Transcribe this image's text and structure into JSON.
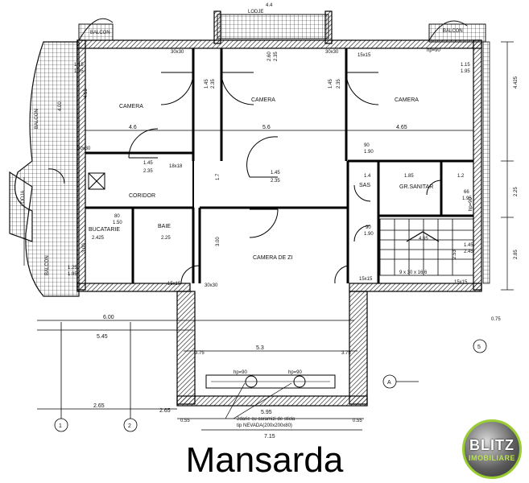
{
  "rooms": {
    "camera_left": "CAMERA",
    "camera_mid": "CAMERA",
    "camera_right": "CAMERA",
    "coridor": "CORIDOR",
    "bucatarie": "BUCATARIE",
    "baie": "BAIE",
    "camera_de_zi": "CAMERA DE ZI",
    "sas": "SAS",
    "gr_sanitar": "GR.SANITAR",
    "balcon_top_left": "BALCON",
    "balcon_top_right": "BALCON",
    "balcon_left": "BALCON",
    "balcon_bottom_left": "BALCON",
    "lodja_top": "LODJE",
    "lodja_left": "LODJA"
  },
  "dims": {
    "d46": "4.6",
    "d56": "5.6",
    "d465": "4.65",
    "d415": "4.15",
    "d400": "4.00",
    "d145a": "1.45",
    "d235a": "2.35",
    "d145b": "1.45",
    "d235b": "2.35",
    "d145c": "1.45",
    "d235c": "2.35",
    "d145d": "1.45",
    "d235d": "2.35",
    "d1818": "18x18",
    "d17": "1.7",
    "d3030a": "30x30",
    "d3030b": "30x30",
    "d3030c": "30x30",
    "d3030d": "30x30",
    "d1515a": "15x15",
    "d1515b": "15x15",
    "d1515c": "15x15",
    "d1515d": "15x15",
    "d14": "1.4",
    "d185": "1.85",
    "d12": "1.2",
    "d90a": "90",
    "d190a": "1.90",
    "d90b": "90",
    "d190b": "1.90",
    "d80": "80",
    "d150": "1.50",
    "d2425": "2.425",
    "d225": "2.25",
    "d300a": "3.00",
    "d300b": "3.00",
    "d465s": "4.65",
    "d253": "2.53",
    "d145e": "1.45",
    "d245": "2.45",
    "stair": "9 x 30 x 16.6",
    "d115a": "1.15",
    "d195a": "1.95",
    "d115b": "1.15",
    "d195b": "1.95",
    "d125": "1.25",
    "d195c": "1.95",
    "d260": "2.60",
    "d235top": "2.35",
    "d44": "4.4",
    "hp90a": "hp=90",
    "hp90b": "hp=90",
    "hp90c": "hp=90",
    "hp90d": "hp=90",
    "d66": "66",
    "d195d": "1.95",
    "right4425": "4.425",
    "right225": "2.25",
    "right285": "2.85",
    "d075": "0.75",
    "d600": "6.00",
    "d545": "5.45",
    "d53": "5.3",
    "d375a": "3.75",
    "d375b": "3.75",
    "d265a": "2.65",
    "d265b": "2.65",
    "d055a": "0.55",
    "d595": "5.95",
    "d055b": "0.55",
    "d715": "7.15",
    "note1": "2darie cu caramizi de sticla",
    "note2": "tip NEVADA(200x200x80)",
    "axis1": "1",
    "axis2": "2",
    "axis5": "5",
    "axisA": "A"
  },
  "caption": "Mansarda",
  "logo": {
    "line1": "BLITZ",
    "line2": "IMOBILIARE"
  }
}
